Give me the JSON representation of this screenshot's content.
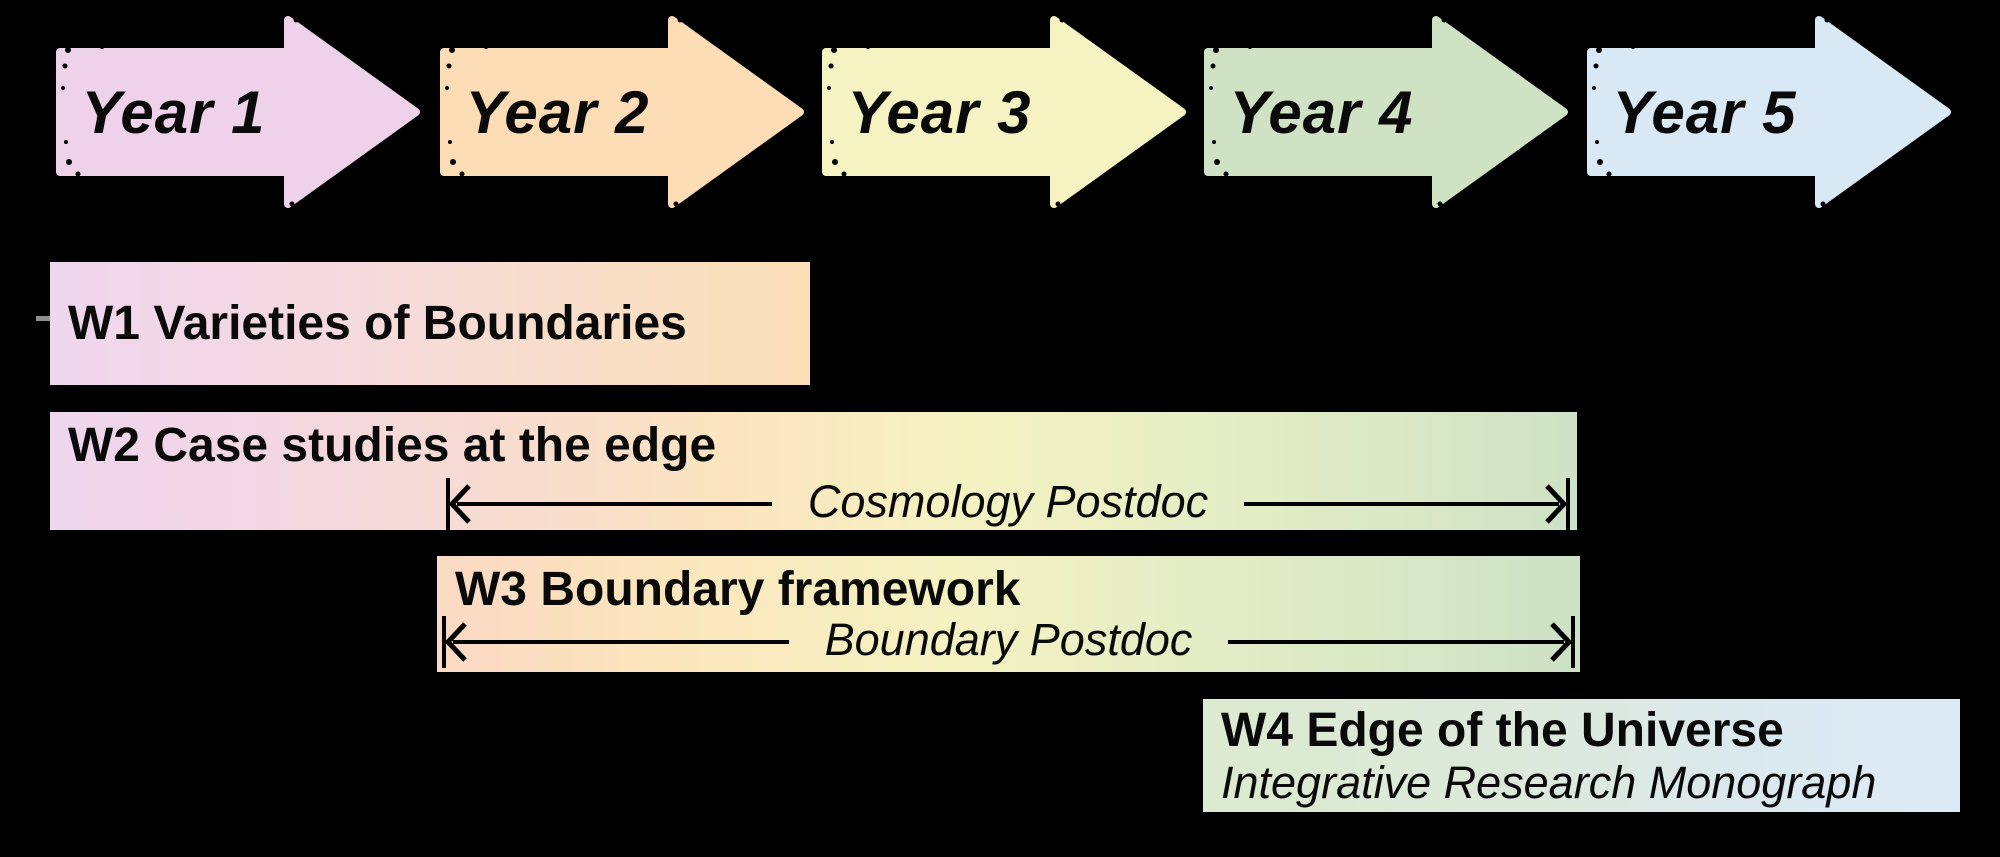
{
  "slide": {
    "background": "#000000",
    "text_color": "#0a0a0a"
  },
  "timeline_years": [
    {
      "label": "Year 1",
      "fill": "#edd2ea"
    },
    {
      "label": "Year 2",
      "fill": "#fbdcb5"
    },
    {
      "label": "Year 3",
      "fill": "#f5f3c1"
    },
    {
      "label": "Year 4",
      "fill": "#cfe2c4"
    },
    {
      "label": "Year 5",
      "fill": "#d8e9f5"
    }
  ],
  "workpackages": [
    {
      "id": "W1",
      "title": "W1 Varieties of Boundaries",
      "gradient": "linear-gradient(90deg,#eed6ed 0%,#f5dade 40%,#f9dfc6 75%,#fbdfb8 100%)"
    },
    {
      "id": "W2",
      "title": "W2 Case studies at the edge",
      "annotation": "Cosmology Postdoc",
      "gradient": "linear-gradient(90deg,#eed6ed 0%,#f2d7e3 14%,#f8dcd0 30%,#fbe4bf 44%,#f5f2c2 60%,#e6eec5 75%,#cfe2c5 100%)"
    },
    {
      "id": "W3",
      "title": "W3 Boundary framework",
      "annotation": "Boundary Postdoc",
      "gradient": "linear-gradient(90deg,#fbd9c4 0%,#fbe6bd 20%,#f5f2c2 45%,#e2ecc6 70%,#cde1c6 100%)"
    },
    {
      "id": "W4",
      "title": "W4 Edge of the Universe",
      "subtitle": "Integrative Research Monograph",
      "gradient": "linear-gradient(90deg,#dcead0 0%,#dce9dc 45%,#dbe9f0 75%,#dceaf6 100%)"
    }
  ]
}
